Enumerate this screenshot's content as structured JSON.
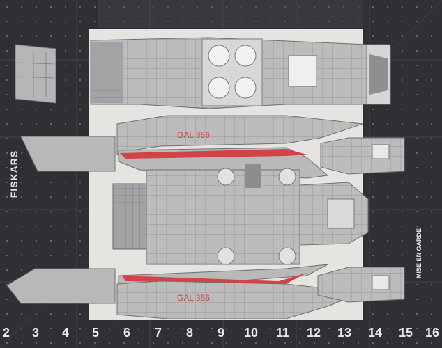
{
  "mat": {
    "brand": "FISKARS",
    "warning_title": "MISE EN GARDE",
    "ruler_numbers": [
      "2",
      "3",
      "4",
      "5",
      "6",
      "7",
      "8",
      "9",
      "10",
      "11",
      "12",
      "13",
      "14",
      "15",
      "16"
    ]
  },
  "model": {
    "hull_label_top": "GAL 356",
    "hull_label_bottom": "GAL 356"
  },
  "colors": {
    "mat": "#2f3033",
    "grid": "#3f4045",
    "paper": "#bdbdbd",
    "paper_dark": "#9a9a9c",
    "stripe": "#d0464b",
    "backing": "#e8e6e2"
  }
}
